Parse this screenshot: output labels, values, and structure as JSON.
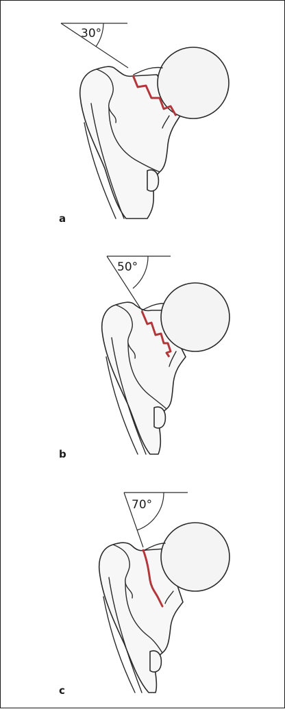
{
  "panels": [
    {
      "label": "a",
      "angle_label": "30°",
      "angle_deg": 30,
      "fracture_color": "#b3363a"
    },
    {
      "label": "b",
      "angle_label": "50°",
      "angle_deg": 50,
      "fracture_color": "#b3363a"
    },
    {
      "label": "c",
      "angle_label": "70°",
      "angle_deg": 70,
      "fracture_color": "#b3363a"
    }
  ]
}
